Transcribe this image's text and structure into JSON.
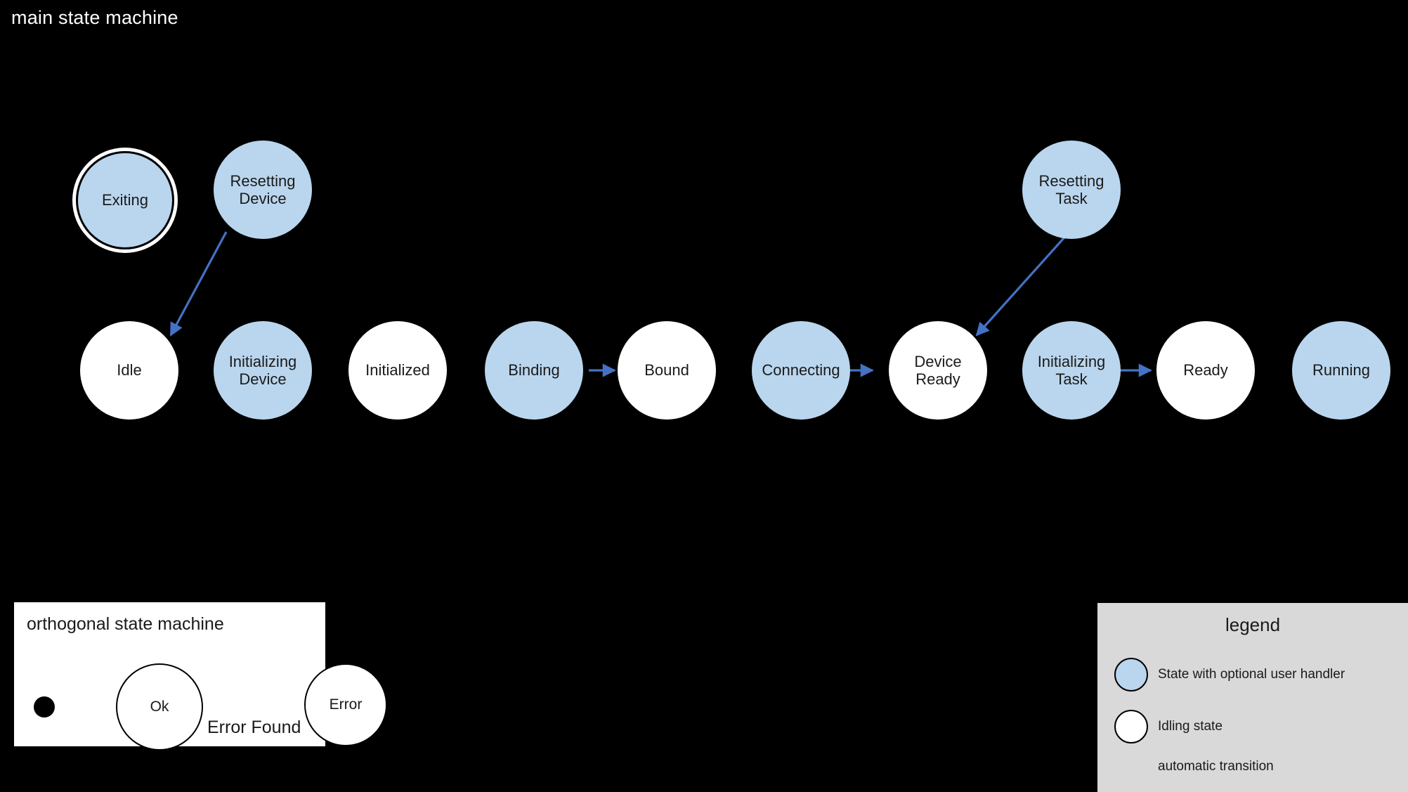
{
  "diagram": {
    "title": "main state machine",
    "background_color": "#000000",
    "state_fill_handler": "#bad6ee",
    "state_fill_idle": "#ffffff",
    "transition_color": "#4472c4",
    "text_color": "#1a1a1a"
  },
  "states": [
    {
      "id": "exiting",
      "label": "Exiting",
      "kind": "final",
      "fill": "#bad6ee"
    },
    {
      "id": "resetting-device",
      "label": "Resetting\nDevice",
      "kind": "handler",
      "fill": "#bad6ee"
    },
    {
      "id": "resetting-task",
      "label": "Resetting\nTask",
      "kind": "handler",
      "fill": "#bad6ee"
    },
    {
      "id": "idle",
      "label": "Idle",
      "kind": "idle",
      "fill": "#ffffff"
    },
    {
      "id": "initializing-device",
      "label": "Initializing\nDevice",
      "kind": "handler",
      "fill": "#bad6ee"
    },
    {
      "id": "initialized",
      "label": "Initialized",
      "kind": "idle",
      "fill": "#ffffff"
    },
    {
      "id": "binding",
      "label": "Binding",
      "kind": "handler",
      "fill": "#bad6ee"
    },
    {
      "id": "bound",
      "label": "Bound",
      "kind": "idle",
      "fill": "#ffffff"
    },
    {
      "id": "connecting",
      "label": "Connecting",
      "kind": "handler",
      "fill": "#bad6ee"
    },
    {
      "id": "device-ready",
      "label": "Device\nReady",
      "kind": "idle",
      "fill": "#ffffff"
    },
    {
      "id": "initializing-task",
      "label": "Initializing\nTask",
      "kind": "handler",
      "fill": "#bad6ee"
    },
    {
      "id": "ready",
      "label": "Ready",
      "kind": "idle",
      "fill": "#ffffff"
    },
    {
      "id": "running",
      "label": "Running",
      "kind": "handler",
      "fill": "#bad6ee"
    }
  ],
  "transitions": [
    {
      "from": "resetting-device",
      "to": "idle",
      "label": ""
    },
    {
      "from": "binding",
      "to": "bound",
      "label": ""
    },
    {
      "from": "connecting",
      "to": "device-ready",
      "label": ""
    },
    {
      "from": "resetting-task",
      "to": "device-ready",
      "label": ""
    },
    {
      "from": "initializing-task",
      "to": "ready",
      "label": ""
    }
  ],
  "orthogonal": {
    "title": "orthogonal state machine",
    "states": [
      {
        "id": "ok",
        "label": "Ok"
      },
      {
        "id": "error",
        "label": "Error"
      }
    ],
    "transitions": [
      {
        "from": "start",
        "to": "ok",
        "label": ""
      },
      {
        "from": "ok",
        "to": "error",
        "label": "Error Found"
      }
    ]
  },
  "legend": {
    "title": "legend",
    "items": [
      {
        "symbol": "blue-circle",
        "label": "State with optional user handler"
      },
      {
        "symbol": "white-circle",
        "label": "Idling state"
      },
      {
        "symbol": "blue-arrow",
        "label": "automatic transition"
      }
    ]
  }
}
